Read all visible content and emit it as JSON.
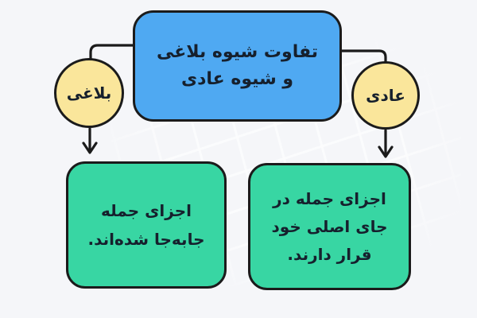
{
  "diagram": {
    "root": {
      "title_line1": "تفاوت شیوه بلاغی",
      "title_line2": "و شیوه عادی"
    },
    "branches": {
      "left": {
        "label": "بلاغی",
        "result_line1": "اجزای جمله",
        "result_line2": "جابه‌جا شده‌اند."
      },
      "right": {
        "label": "عادی",
        "result_line1": "اجزای جمله در",
        "result_line2": "جای اصلی خود",
        "result_line3": "قرار دارند."
      }
    },
    "colors": {
      "background": "#F5F6F9",
      "watermark_line": "#FFFFFF",
      "root_fill": "#4FA9F2",
      "branch_fill": "#FAE69B",
      "result_fill": "#38D6A3",
      "outline": "#1B1B1B",
      "text": "#16202D"
    }
  }
}
